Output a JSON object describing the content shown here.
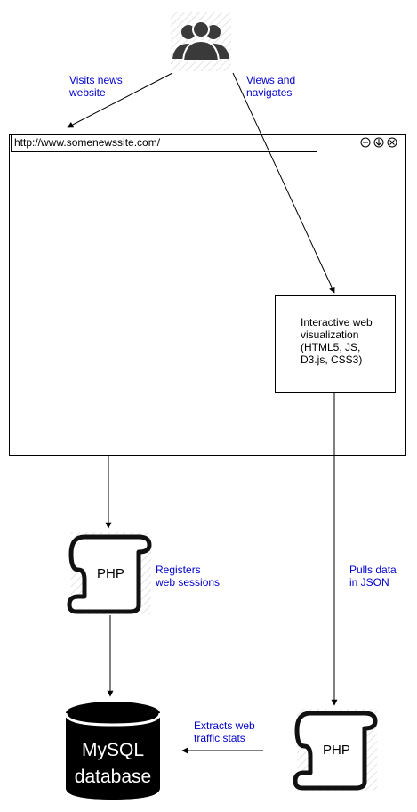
{
  "users_icon": "users-group-icon",
  "labels": {
    "visits": "Visits news\nwebsite",
    "views": "Views and\nnavigates",
    "registers": "Registers\nweb sessions",
    "pulls": "Pulls data\nin JSON",
    "extracts": "Extracts web\ntraffic stats"
  },
  "browser": {
    "url": "http://www.somenewssite.com/",
    "controls": [
      "minimize-icon",
      "download-icon",
      "close-icon"
    ]
  },
  "visualization": {
    "text": "Interactive web\nvisualization\n(HTML5, JS,\nD3.js, CSS3)"
  },
  "php_left": {
    "text": "PHP"
  },
  "php_right": {
    "text": "PHP"
  },
  "database": {
    "line1": "MySQL",
    "line2": "database"
  },
  "colors": {
    "label_blue": "#0000cc",
    "line": "#000000"
  }
}
